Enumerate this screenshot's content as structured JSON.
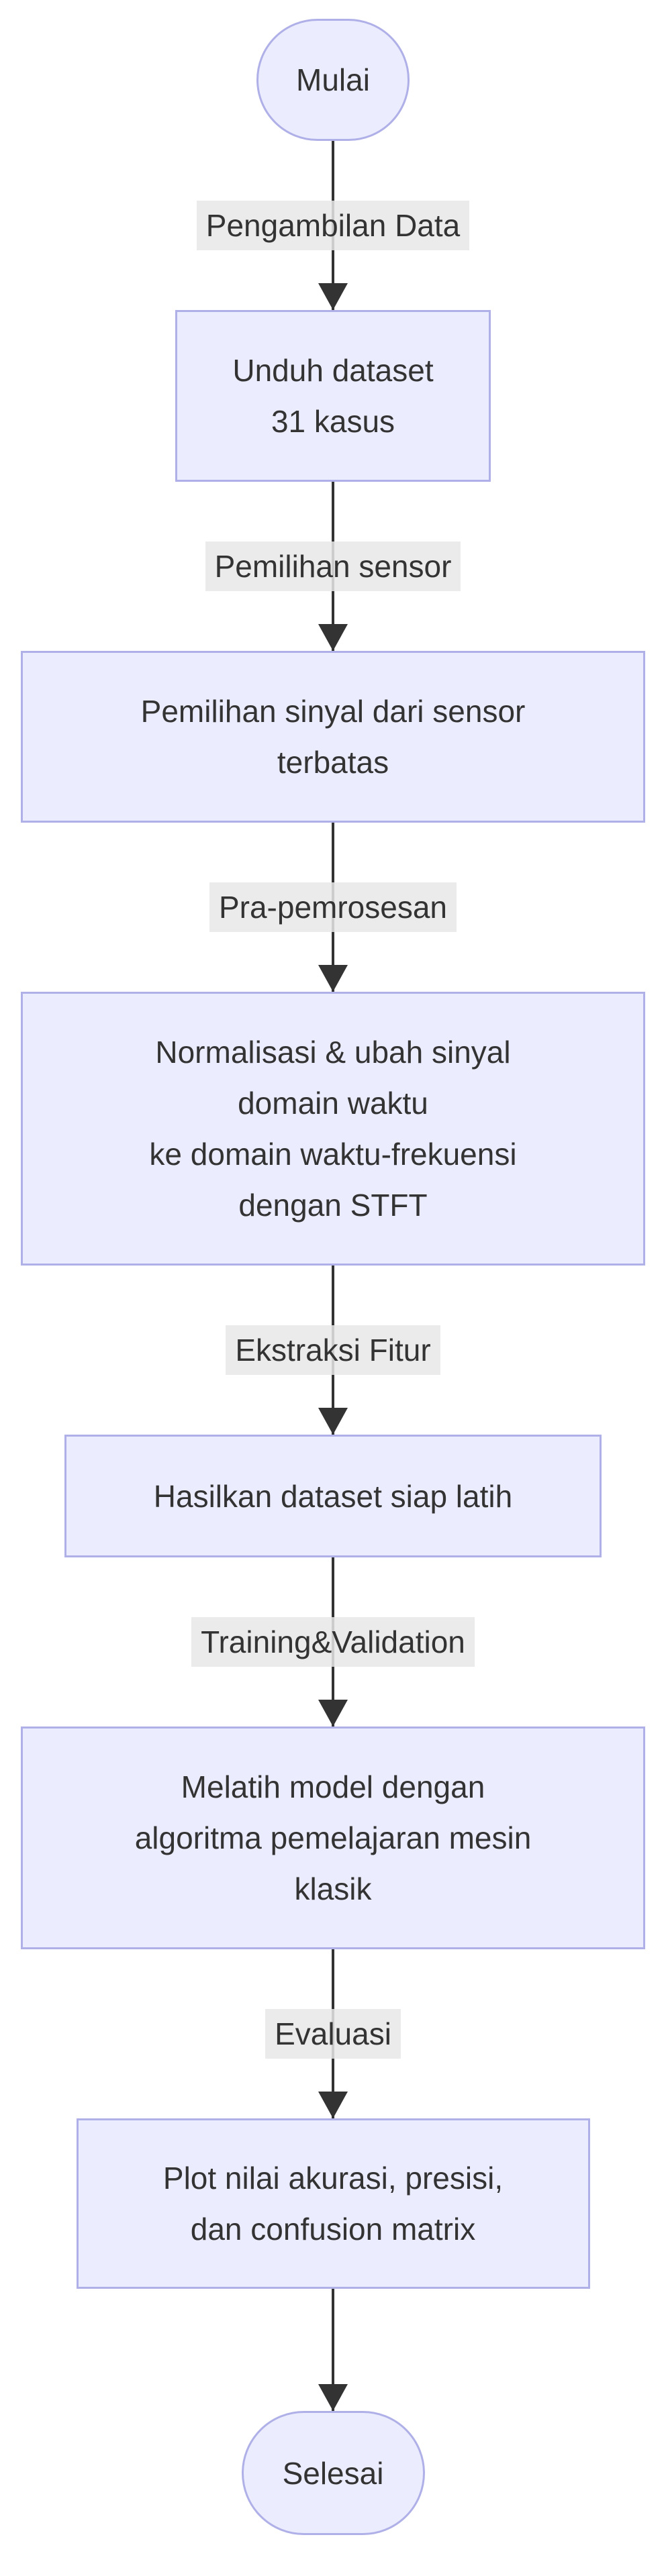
{
  "diagram": {
    "kind": "flowchart",
    "direction": "top-down",
    "background": "#ffffff"
  },
  "colors": {
    "node_fill": "#ECECFF",
    "node_border": "#B0B0E8",
    "edge_label_bg": "#E8E8E8",
    "arrow_line": "#333333",
    "text": "#333333"
  },
  "nodes": [
    {
      "id": "start",
      "shape": "stadium",
      "lines": [
        "Mulai"
      ]
    },
    {
      "id": "box1",
      "shape": "rect",
      "lines": [
        "Unduh dataset",
        "31 kasus"
      ]
    },
    {
      "id": "box2",
      "shape": "rect",
      "lines": [
        "Pemilihan sinyal dari sensor",
        "terbatas"
      ]
    },
    {
      "id": "box3",
      "shape": "rect",
      "lines": [
        "Normalisasi & ubah sinyal",
        "domain waktu",
        "ke domain waktu-frekuensi",
        "dengan STFT"
      ]
    },
    {
      "id": "box4",
      "shape": "rect",
      "lines": [
        "Hasilkan dataset siap latih"
      ]
    },
    {
      "id": "box5",
      "shape": "rect",
      "lines": [
        "Melatih model dengan",
        "algoritma pemelajaran mesin",
        "klasik"
      ]
    },
    {
      "id": "box6",
      "shape": "rect",
      "lines": [
        "Plot nilai akurasi, presisi,",
        "dan confusion matrix"
      ]
    },
    {
      "id": "end",
      "shape": "stadium",
      "lines": [
        "Selesai"
      ]
    }
  ],
  "edges": [
    {
      "from": "start",
      "to": "box1",
      "label": "Pengambilan Data"
    },
    {
      "from": "box1",
      "to": "box2",
      "label": "Pemilihan sensor"
    },
    {
      "from": "box2",
      "to": "box3",
      "label": "Pra-pemrosesan"
    },
    {
      "from": "box3",
      "to": "box4",
      "label": "Ekstraksi Fitur"
    },
    {
      "from": "box4",
      "to": "box5",
      "label": "Training&Validation"
    },
    {
      "from": "box5",
      "to": "box6",
      "label": "Evaluasi"
    },
    {
      "from": "box6",
      "to": "end",
      "label": ""
    }
  ]
}
